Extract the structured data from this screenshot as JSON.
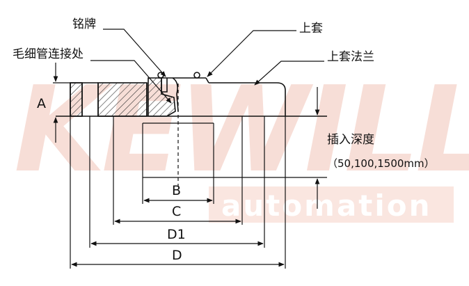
{
  "colors": {
    "line": "#111111",
    "hatch": "#333333",
    "watermark": "#f6d2c8"
  },
  "watermark": {
    "brand": "KEWILL",
    "sub": "automation"
  },
  "labels": {
    "nameplate": "铭牌",
    "upper_sleeve": "上套",
    "capillary_joint": "毛细管连接处",
    "upper_flange": "上套法兰",
    "insertion_depth": "插入深度",
    "insertion_values": "（50,100,1500mm）"
  },
  "dimensions": {
    "A": "A",
    "B": "B",
    "C": "C",
    "D1": "D1",
    "D": "D"
  }
}
